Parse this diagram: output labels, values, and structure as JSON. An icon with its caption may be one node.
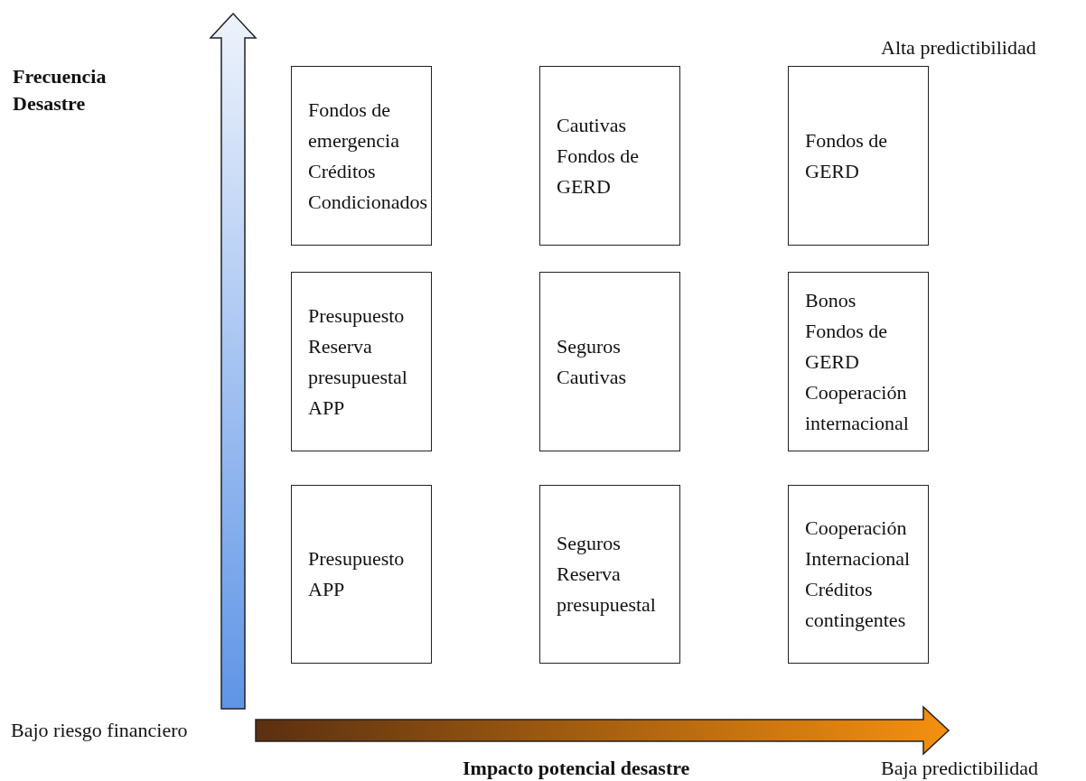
{
  "diagram": {
    "nodes": [
      {
        "text": [
          "Fondos de emergencia",
          "Créditos Condicionados"
        ]
      },
      {
        "text": [
          "Cautivas",
          "Fondos de GERD"
        ]
      },
      {
        "text": [
          "Fondos de GERD"
        ]
      },
      {
        "text": [
          "Presupuesto",
          "Reserva presupuestal",
          "APP"
        ]
      },
      {
        "text": [
          "Seguros",
          "Cautivas"
        ]
      },
      {
        "text": [
          "Bonos",
          "Fondos de GERD",
          "Cooperación internacional"
        ]
      },
      {
        "text": [
          "Presupuesto",
          "APP"
        ]
      },
      {
        "text": [
          "Seguros",
          "Reserva presupuestal"
        ]
      },
      {
        "text": [
          "Cooperación Internacional",
          "Créditos contingentes"
        ]
      }
    ],
    "edges": [],
    "labels": [
      "Frecuencia Desastre",
      "Alta predictibilidad",
      "Bajo riesgo financiero",
      "Impacto potencial desastre",
      "Baja predictibilidad"
    ]
  }
}
